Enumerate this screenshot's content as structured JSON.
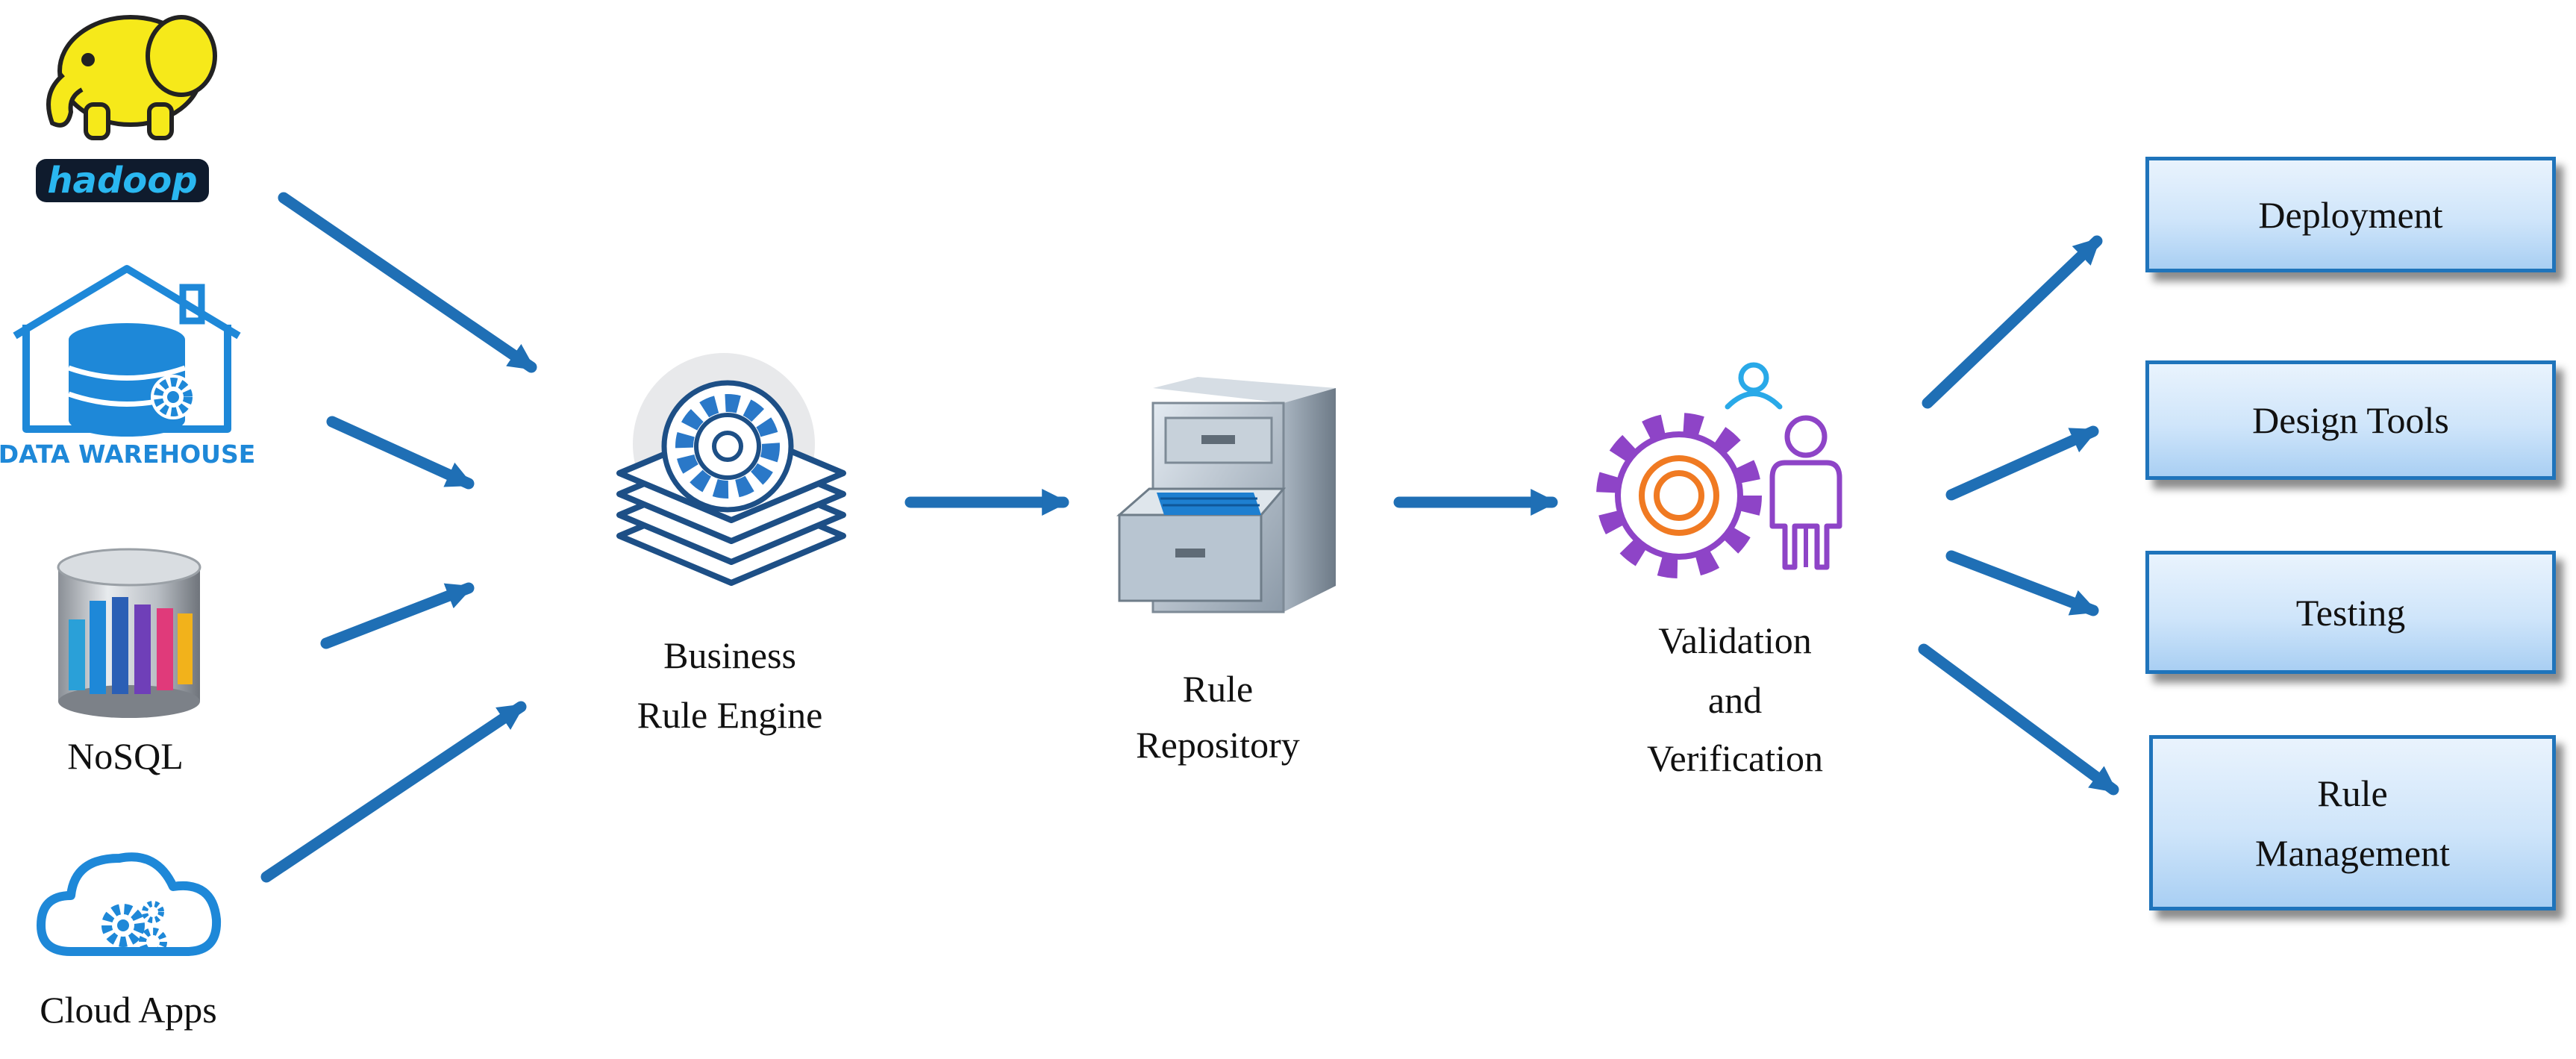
{
  "sources": {
    "hadoop_logo": "hadoop",
    "data_warehouse_logo": "DATA WAREHOUSE",
    "nosql": "NoSQL",
    "cloud_apps": "Cloud Apps"
  },
  "stages": {
    "engine": {
      "line1": "Business",
      "line2": "Rule Engine"
    },
    "repository": {
      "line1": "Rule",
      "line2": "Repository"
    },
    "validation": {
      "line1": "Validation",
      "line2": "and",
      "line3": "Verification"
    }
  },
  "outputs": {
    "deployment": "Deployment",
    "design_tools": "Design Tools",
    "testing": "Testing",
    "rule_management": {
      "line1": "Rule",
      "line2": "Management"
    }
  },
  "icons": [
    "hadoop-elephant-icon",
    "data-warehouse-icon",
    "nosql-database-icon",
    "cloud-gears-icon",
    "rule-engine-gear-stack-icon",
    "filing-cabinet-icon",
    "validation-gear-person-icon"
  ],
  "colors": {
    "arrow": "#1f6fb5",
    "box_border": "#1f74bb",
    "box_fill": "#cfe5fa",
    "icon_blue": "#1e88d8",
    "engine_navy": "#1d4f86",
    "validation_purple": "#8e44c7",
    "validation_orange": "#f07a22",
    "validation_cyan": "#29a9e8"
  }
}
